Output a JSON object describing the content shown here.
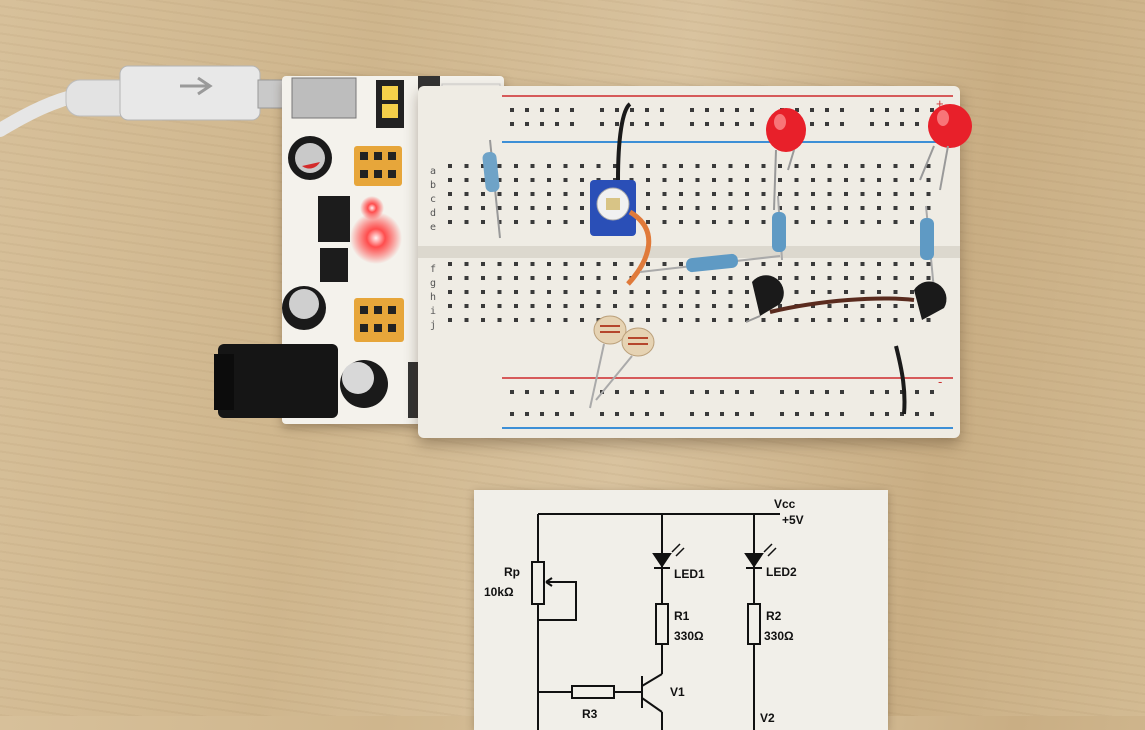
{
  "schematic": {
    "vcc": "Vcc",
    "vcc_value": "+5V",
    "rp_label": "Rp",
    "rp_value": "10kΩ",
    "led1_label": "LED1",
    "led2_label": "LED2",
    "r1_label": "R1",
    "r1_value": "330Ω",
    "r2_label": "R2",
    "r2_value": "330Ω",
    "v1_label": "V1",
    "v2_label": "V2",
    "r3_label": "R3"
  },
  "breadboard": {
    "row_letters_top": [
      "a",
      "b",
      "c",
      "d",
      "e"
    ],
    "row_letters_bottom": [
      "f",
      "g",
      "h",
      "i",
      "j"
    ],
    "rail_plus": "+",
    "rail_minus": "-"
  },
  "colors": {
    "board": "#efece4",
    "rail_red": "#d65a5a",
    "rail_blue": "#3d8fd6",
    "led_red": "#e8202a",
    "usb_gray": "#dcdcdc",
    "wood": "#d3bb93"
  }
}
